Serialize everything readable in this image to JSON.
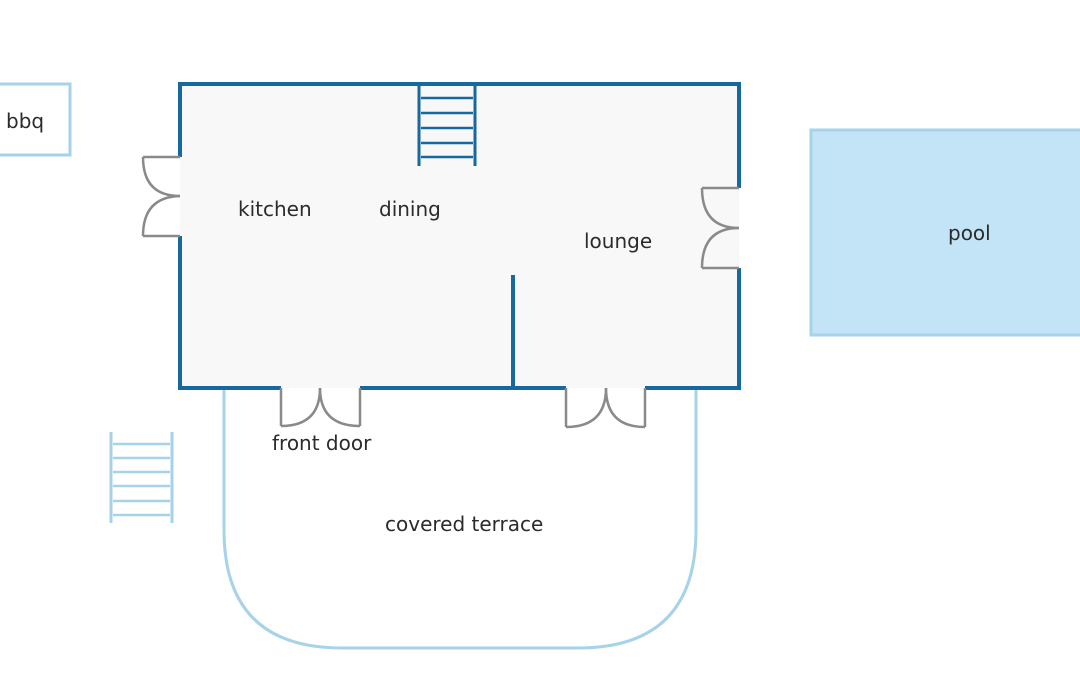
{
  "labels": {
    "bbq": "bbq",
    "kitchen": "kitchen",
    "dining": "dining",
    "lounge": "lounge",
    "pool": "pool",
    "front_door": "front door",
    "covered_terrace": "covered terrace"
  },
  "colors": {
    "wall": "#17689e",
    "floor": "#f8f8f8",
    "outline_light": "#a6d3ea",
    "pool_fill": "#c3e4f6",
    "pool_border": "#a6d3ea",
    "door": "#8a8a8a",
    "stairs_inner": "#17689e",
    "stairs_outer": "#a6d3ea"
  },
  "icons": {
    "stairs": "stairs-icon",
    "door": "double-door-icon"
  }
}
